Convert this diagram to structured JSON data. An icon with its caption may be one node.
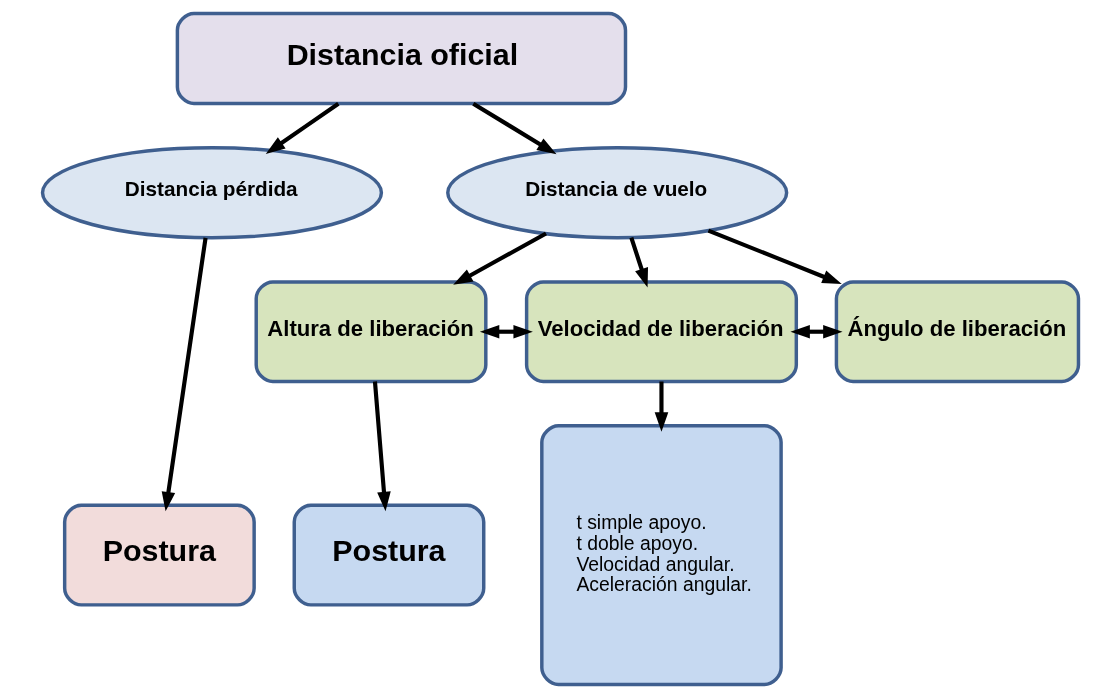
{
  "diagram": {
    "nodes": [
      {
        "text": [
          "Distancia oficial"
        ]
      },
      {
        "text": [
          "Distancia pérdida"
        ]
      },
      {
        "text": [
          "Distancia de vuelo"
        ]
      },
      {
        "text": [
          "Postura"
        ]
      },
      {
        "text": [
          "Altura de liberación"
        ]
      },
      {
        "text": [
          "Velocidad de liberación"
        ]
      },
      {
        "text": [
          "Ángulo de liberación"
        ]
      },
      {
        "text": [
          "Postura"
        ]
      },
      {
        "text": [
          "t simple apoyo.",
          "t doble apoyo.",
          "Velocidad angular.",
          "Aceleración angular."
        ]
      }
    ],
    "edges": [
      {
        "from": 0,
        "to": 1,
        "arrow": "to"
      },
      {
        "from": 0,
        "to": 2,
        "arrow": "to"
      },
      {
        "from": 1,
        "to": 3,
        "arrow": "to"
      },
      {
        "from": 2,
        "to": 4,
        "arrow": "to"
      },
      {
        "from": 2,
        "to": 5,
        "arrow": "to"
      },
      {
        "from": 2,
        "to": 6,
        "arrow": "to"
      },
      {
        "from": 4,
        "to": 5,
        "arrow": "both"
      },
      {
        "from": 5,
        "to": 6,
        "arrow": "both"
      },
      {
        "from": 4,
        "to": 7,
        "arrow": "to"
      },
      {
        "from": 5,
        "to": 8,
        "arrow": "to"
      }
    ]
  }
}
